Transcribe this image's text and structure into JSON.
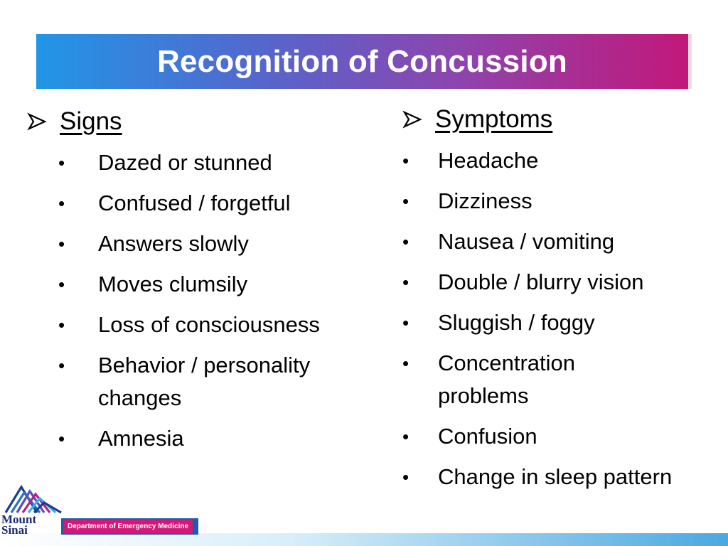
{
  "slide": {
    "title": "Recognition of Concussion"
  },
  "signs": {
    "heading": "Signs",
    "items": [
      "Dazed or stunned",
      "Confused / forgetful",
      "Answers slowly",
      "Moves clumsily",
      "Loss of consciousness",
      "Behavior / personality changes",
      "Amnesia"
    ]
  },
  "symptoms": {
    "heading": "Symptoms",
    "items": [
      "Headache",
      "Dizziness",
      "Nausea / vomiting",
      "Double / blurry vision",
      "Sluggish / foggy",
      "Concentration problems",
      "Confusion",
      "Change in sleep pattern"
    ]
  },
  "footer": {
    "logo_text_line1": "Mount",
    "logo_text_line2": "Sinai",
    "department": "Department of Emergency Medicine"
  },
  "icons": {
    "heading_marker": "arrow-bullet-icon",
    "list_marker": "bullet-dot"
  },
  "colors": {
    "title_gradient_start": "#2196e6",
    "title_gradient_end": "#c2187a",
    "department_badge": "#d4187a"
  }
}
